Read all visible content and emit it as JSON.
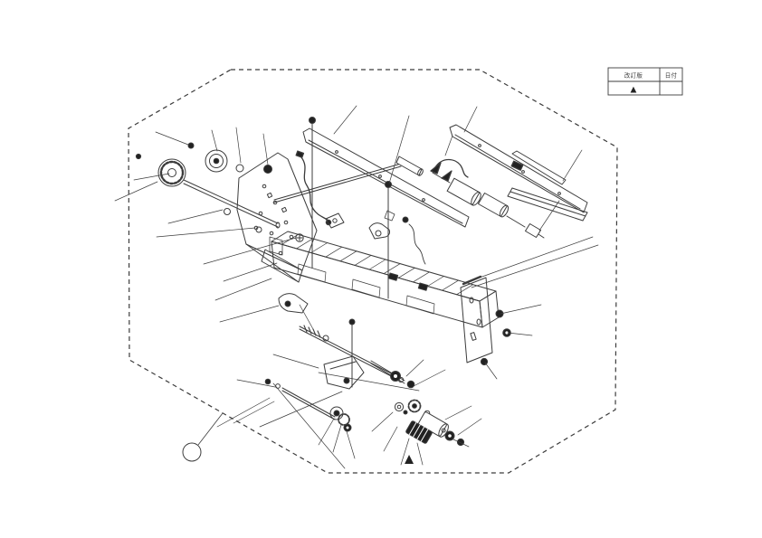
{
  "canvas": {
    "background": "#ffffff",
    "line_color": "#3c3c3c",
    "ink_color": "#222222"
  },
  "revision_table": {
    "col1_header": "改訂版",
    "col2_header": "日付",
    "row1_mark": "▲",
    "row1_date": ""
  },
  "marks": {
    "footnote_triangle": "▲"
  },
  "callout": {
    "balloon_label": ""
  },
  "diagram": {
    "type": "exploded-isometric-parts-diagram",
    "border": "dashed-octagon"
  }
}
